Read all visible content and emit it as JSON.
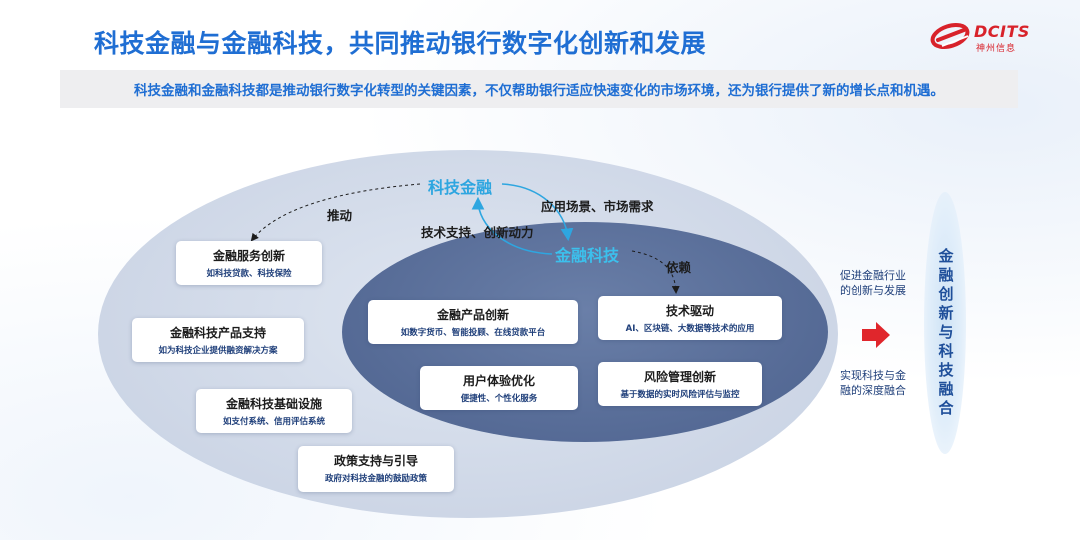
{
  "header": {
    "title": "科技金融与金融科技，共同推动银行数字化创新和发展",
    "logo_text": "DCITS",
    "logo_sub": "神州信息"
  },
  "subtitle": "科技金融和金融科技都是推动银行数字化转型的关键因素，不仅帮助银行适应快速变化的市场环境，还为银行提供了新的增长点和机遇。",
  "diagram": {
    "node_kjjr": "科技金融",
    "node_jrkj": "金融科技",
    "edge_tuidong": "推动",
    "edge_yingyong": "应用场景、市场需求",
    "edge_jishu": "技术支持、创新动力",
    "edge_yilai": "依赖",
    "outer_cards": [
      {
        "title": "金融服务创新",
        "desc": "如科技贷款、科技保险"
      },
      {
        "title": "金融科技产品支持",
        "desc": "如为科技企业提供融资解决方案"
      },
      {
        "title": "金融科技基础设施",
        "desc": "如支付系统、信用评估系统"
      },
      {
        "title": "政策支持与引导",
        "desc": "政府对科技金融的鼓励政策"
      }
    ],
    "inner_cards": [
      {
        "title": "金融产品创新",
        "desc": "如数字货币、智能投顾、在线贷款平台"
      },
      {
        "title": "技术驱动",
        "desc": "AI、区块链、大数据等技术的应用"
      },
      {
        "title": "用户体验优化",
        "desc": "便捷性、个性化服务"
      },
      {
        "title": "风险管理创新",
        "desc": "基于数据的实时风险评估与监控"
      }
    ]
  },
  "right_panel": {
    "text_top_1": "促进金融行业",
    "text_top_2": "的创新与发展",
    "text_bottom_1": "实现科技与金",
    "text_bottom_2": "融的深度融合",
    "vertical_title": "金融创新与科技融合"
  },
  "colors": {
    "title_blue": "#1f6ed3",
    "node_blue": "#2ea6e0",
    "inner_ellipse": "#586d98",
    "outer_ellipse": "#cdd6e6",
    "arrow_red": "#e0262c",
    "logo_red": "#d8222a"
  }
}
